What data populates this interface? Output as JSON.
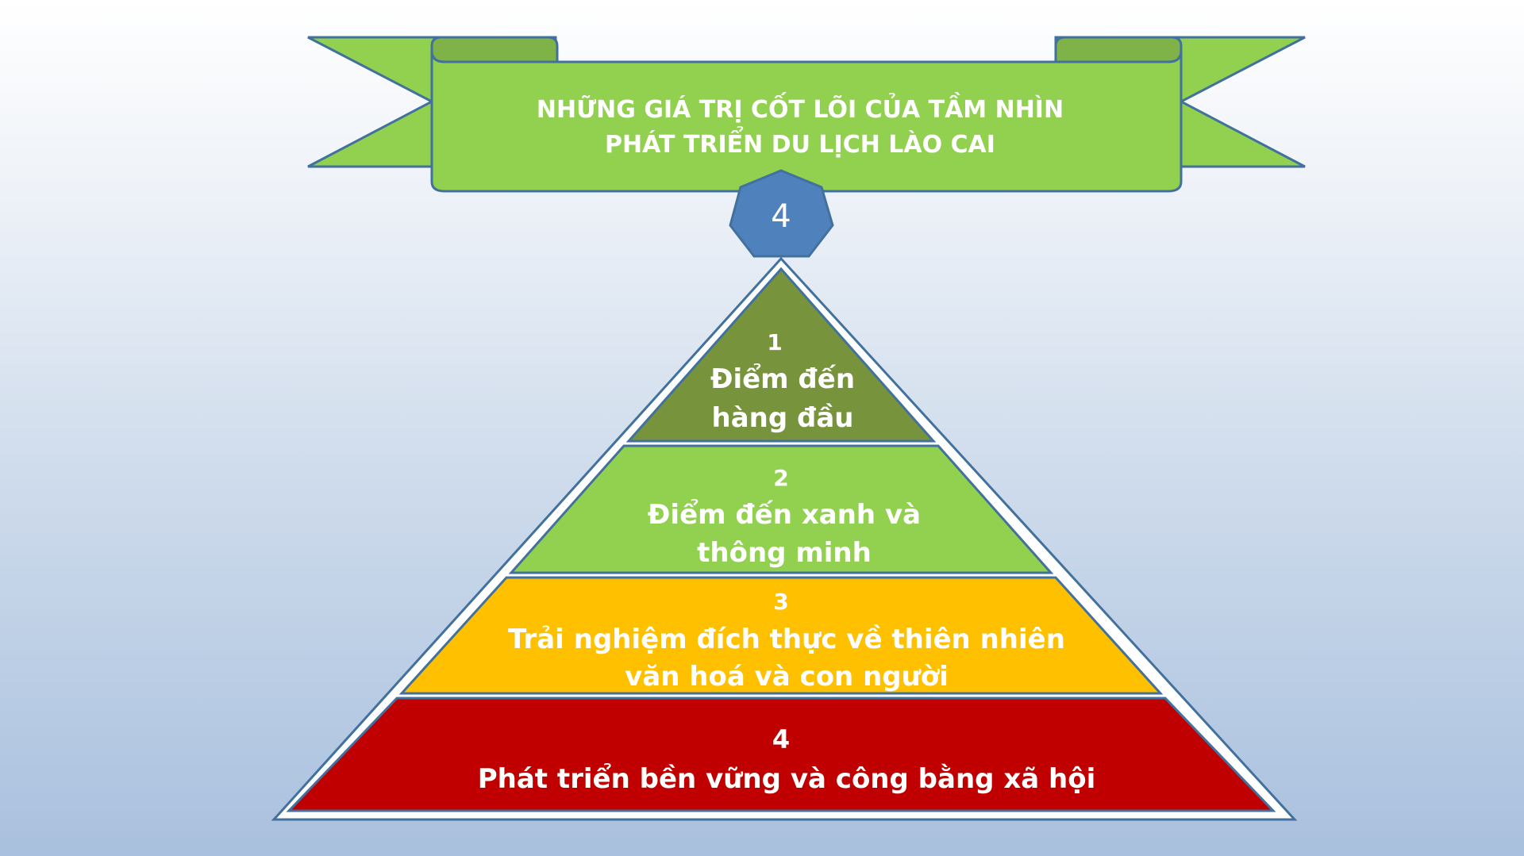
{
  "banner": {
    "title_line1": "NHỮNG GIÁ TRỊ CỐT LÕI CỦA TẦM NHÌN",
    "title_line2": "PHÁT TRIỂN DU LỊCH LÀO CAI"
  },
  "badge": {
    "label": "4"
  },
  "pyramid": {
    "levels": [
      {
        "number": "1",
        "line1": "Điểm đến",
        "line2": "hàng đầu"
      },
      {
        "number": "2",
        "line1": "Điểm đến xanh và",
        "line2": "thông minh"
      },
      {
        "number": "3",
        "line1": "Trải nghiệm đích thực về thiên nhiên",
        "line2": "văn hoá và con người"
      },
      {
        "number": "4",
        "line1": "Phát triển bền vững và công bằng xã hội"
      }
    ]
  },
  "colors": {
    "banner_fill": "#92d050",
    "banner_fold": "#7fb347",
    "outline": "#41719c",
    "badge_fill": "#4f81bd",
    "level1": "#77933c",
    "level2": "#92d050",
    "level3": "#ffc000",
    "level4": "#c00000"
  }
}
